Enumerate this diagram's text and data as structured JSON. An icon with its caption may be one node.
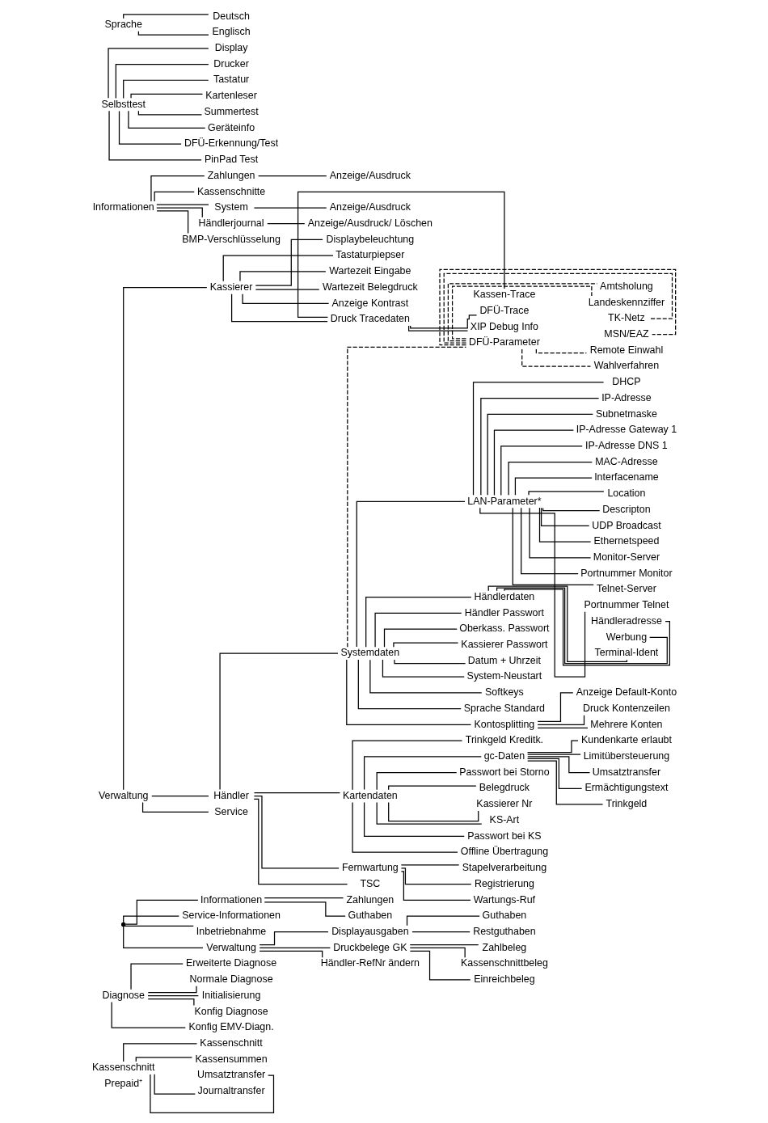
{
  "diagram": {
    "nodes": [
      {
        "text": [
          "Prepaid⁺"
        ]
      },
      {
        "text": [
          "Kassenschnitt"
        ]
      },
      {
        "text": [
          "Kassenschnitt"
        ]
      },
      {
        "text": [
          "Kassensummen"
        ]
      },
      {
        "text": [
          "Umsatztransfer"
        ]
      },
      {
        "text": [
          "Journaltransfer"
        ]
      },
      {
        "text": [
          "Diagnose"
        ]
      },
      {
        "text": [
          "Erweiterte Diagnose"
        ]
      },
      {
        "text": [
          "Normale Diagnose"
        ]
      },
      {
        "text": [
          "Initialisierung"
        ]
      },
      {
        "text": [
          "Konfig Diagnose"
        ]
      },
      {
        "text": [
          "Konfig EMV-Diagn."
        ]
      },
      {
        "text": [],
        "shape": "point"
      },
      {
        "text": [
          "Informationen"
        ]
      },
      {
        "text": [
          "Zahlungen"
        ]
      },
      {
        "text": [
          "Guthaben"
        ]
      },
      {
        "text": [
          "Service-Informationen"
        ]
      },
      {
        "text": [
          "Inbetriebnahme"
        ]
      },
      {
        "text": [
          "Verwaltung"
        ]
      },
      {
        "text": [
          "Displayausgaben"
        ]
      },
      {
        "text": [
          "Guthaben"
        ]
      },
      {
        "text": [
          "Restguthaben"
        ]
      },
      {
        "text": [
          "Druckbelege GK"
        ]
      },
      {
        "text": [
          "Zahlbeleg"
        ]
      },
      {
        "text": [
          "Kassenschnittbeleg"
        ]
      },
      {
        "text": [
          "Einreichbeleg"
        ]
      },
      {
        "text": [
          "Händler-RefNr ändern"
        ]
      },
      {
        "text": [
          "Verwaltung"
        ]
      },
      {
        "text": [
          "Kassierer"
        ]
      },
      {
        "text": [
          "Displaybeleuchtung"
        ]
      },
      {
        "text": [
          "Tastaturpiepser"
        ]
      },
      {
        "text": [
          "Wartezeit Eingabe"
        ]
      },
      {
        "text": [
          "Wartezeit Belegdruck"
        ]
      },
      {
        "text": [
          "Anzeige Kontrast"
        ]
      },
      {
        "text": [
          "Druck Tracedaten"
        ]
      },
      {
        "text": [
          "Kassen-Trace"
        ]
      },
      {
        "text": [
          "DFÜ-Trace"
        ]
      },
      {
        "text": [
          "XIP Debug Info"
        ]
      },
      {
        "text": [
          "Händler"
        ]
      },
      {
        "text": [
          "Systemdaten"
        ]
      },
      {
        "text": [
          "DFÜ-Parameter"
        ]
      },
      {
        "text": [
          "Amtsholung"
        ]
      },
      {
        "text": [
          "Landeskennziffer"
        ]
      },
      {
        "text": [
          "TK-Netz"
        ]
      },
      {
        "text": [
          "MSN/EAZ"
        ]
      },
      {
        "text": [
          "Remote Einwahl"
        ]
      },
      {
        "text": [
          "Wahlverfahren"
        ]
      },
      {
        "text": [
          "LAN-Parameter*"
        ]
      },
      {
        "text": [
          "DHCP"
        ]
      },
      {
        "text": [
          "IP-Adresse"
        ]
      },
      {
        "text": [
          "Subnetmaske"
        ]
      },
      {
        "text": [
          "IP-Adresse Gateway 1"
        ]
      },
      {
        "text": [
          "IP-Adresse DNS 1"
        ]
      },
      {
        "text": [
          "MAC-Adresse"
        ]
      },
      {
        "text": [
          "Interfacename"
        ]
      },
      {
        "text": [
          "Location"
        ]
      },
      {
        "text": [
          "Descripton"
        ]
      },
      {
        "text": [
          "UDP Broadcast"
        ]
      },
      {
        "text": [
          "Ethernetspeed"
        ]
      },
      {
        "text": [
          "Monitor-Server"
        ]
      },
      {
        "text": [
          "Portnummer Monitor"
        ]
      },
      {
        "text": [
          "Telnet-Server"
        ]
      },
      {
        "text": [
          "Portnummer Telnet"
        ]
      },
      {
        "text": [
          "Händlerdaten"
        ]
      },
      {
        "text": [
          "Händleradresse"
        ]
      },
      {
        "text": [
          "Werbung"
        ]
      },
      {
        "text": [
          "Terminal-Ident"
        ]
      },
      {
        "text": [
          "Händler Passwort"
        ]
      },
      {
        "text": [
          "Oberkass. Passwort"
        ]
      },
      {
        "text": [
          "Kassierer Passwort"
        ]
      },
      {
        "text": [
          "Datum + Uhrzeit"
        ]
      },
      {
        "text": [
          "System-Neustart"
        ]
      },
      {
        "text": [
          "Softkeys"
        ]
      },
      {
        "text": [
          "Sprache Standard"
        ]
      },
      {
        "text": [
          "Kontosplitting"
        ]
      },
      {
        "text": [
          "Anzeige Default-Konto"
        ]
      },
      {
        "text": [
          "Druck Kontenzeilen"
        ]
      },
      {
        "text": [
          "Mehrere Konten"
        ]
      },
      {
        "text": [
          "Kartendaten"
        ]
      },
      {
        "text": [
          "Trinkgeld Kreditk."
        ]
      },
      {
        "text": [
          "gc-Daten"
        ]
      },
      {
        "text": [
          "Kundenkarte erlaubt"
        ]
      },
      {
        "text": [
          "Limitübersteuerung"
        ]
      },
      {
        "text": [
          "Umsatztransfer"
        ]
      },
      {
        "text": [
          "Ermächtigungstext"
        ]
      },
      {
        "text": [
          "Trinkgeld"
        ]
      },
      {
        "text": [
          "Passwort bei Storno"
        ]
      },
      {
        "text": [
          "Belegdruck"
        ]
      },
      {
        "text": [
          "Kassierer Nr"
        ]
      },
      {
        "text": [
          "KS-Art"
        ]
      },
      {
        "text": [
          "Passwort bei KS"
        ]
      },
      {
        "text": [
          "Offline Übertragung"
        ]
      },
      {
        "text": [
          "Fernwartung"
        ]
      },
      {
        "text": [
          "Stapelverarbeitung"
        ]
      },
      {
        "text": [
          "Registrierung"
        ]
      },
      {
        "text": [
          "Wartungs-Ruf"
        ]
      },
      {
        "text": [
          "TSC"
        ]
      },
      {
        "text": [
          "Service"
        ]
      },
      {
        "text": [
          "Informationen"
        ]
      },
      {
        "text": [
          "Zahlungen"
        ]
      },
      {
        "text": [
          "Anzeige/Ausdruck"
        ]
      },
      {
        "text": [
          "Kassenschnitte"
        ]
      },
      {
        "text": [
          "System"
        ]
      },
      {
        "text": [
          "Anzeige/Ausdruck"
        ]
      },
      {
        "text": [
          "Händlerjournal"
        ]
      },
      {
        "text": [
          "Anzeige/Ausdruck/ Löschen"
        ]
      },
      {
        "text": [
          "BMP-Verschlüsselung"
        ]
      },
      {
        "text": [
          "Selbsttest"
        ]
      },
      {
        "text": [
          "Display"
        ]
      },
      {
        "text": [
          "Drucker"
        ]
      },
      {
        "text": [
          "Tastatur"
        ]
      },
      {
        "text": [
          "Kartenleser"
        ]
      },
      {
        "text": [
          "Summertest"
        ]
      },
      {
        "text": [
          "Geräteinfo"
        ]
      },
      {
        "text": [
          "DFÜ-Erkennung/Test"
        ]
      },
      {
        "text": [
          "PinPad Test"
        ]
      },
      {
        "text": [
          "Sprache"
        ]
      },
      {
        "text": [
          "Deutsch"
        ]
      },
      {
        "text": [
          "Englisch"
        ]
      }
    ],
    "edges": [
      {
        "from": 1,
        "to": 2,
        "arrow": "none"
      },
      {
        "from": 1,
        "to": 3,
        "arrow": "none"
      },
      {
        "from": 1,
        "to": 4,
        "arrow": "none"
      },
      {
        "from": 1,
        "to": 5,
        "arrow": "none"
      },
      {
        "from": 6,
        "to": 7,
        "arrow": "none"
      },
      {
        "from": 6,
        "to": 8,
        "arrow": "none"
      },
      {
        "from": 6,
        "to": 9,
        "arrow": "none"
      },
      {
        "from": 6,
        "to": 10,
        "arrow": "none"
      },
      {
        "from": 6,
        "to": 11,
        "arrow": "none"
      },
      {
        "from": 12,
        "to": 13,
        "arrow": "none"
      },
      {
        "from": 12,
        "to": 16,
        "arrow": "none"
      },
      {
        "from": 12,
        "to": 17,
        "arrow": "none"
      },
      {
        "from": 12,
        "to": 18,
        "arrow": "none"
      },
      {
        "from": 13,
        "to": 14,
        "arrow": "none"
      },
      {
        "from": 13,
        "to": 15,
        "arrow": "none"
      },
      {
        "from": 18,
        "to": 19,
        "arrow": "none"
      },
      {
        "from": 18,
        "to": 22,
        "arrow": "none"
      },
      {
        "from": 18,
        "to": 26,
        "arrow": "none"
      },
      {
        "from": 19,
        "to": 20,
        "arrow": "none"
      },
      {
        "from": 19,
        "to": 21,
        "arrow": "none"
      },
      {
        "from": 22,
        "to": 23,
        "arrow": "none"
      },
      {
        "from": 22,
        "to": 24,
        "arrow": "none"
      },
      {
        "from": 22,
        "to": 25,
        "arrow": "none"
      },
      {
        "from": 27,
        "to": 28,
        "arrow": "none"
      },
      {
        "from": 27,
        "to": 38,
        "arrow": "none"
      },
      {
        "from": 27,
        "to": 97,
        "arrow": "none"
      },
      {
        "from": 28,
        "to": 29,
        "arrow": "none"
      },
      {
        "from": 28,
        "to": 30,
        "arrow": "none"
      },
      {
        "from": 28,
        "to": 31,
        "arrow": "none"
      },
      {
        "from": 28,
        "to": 32,
        "arrow": "none"
      },
      {
        "from": 28,
        "to": 33,
        "arrow": "none"
      },
      {
        "from": 28,
        "to": 34,
        "arrow": "none"
      },
      {
        "from": 34,
        "to": 35,
        "arrow": "none"
      },
      {
        "from": 34,
        "to": 36,
        "arrow": "none"
      },
      {
        "from": 34,
        "to": 37,
        "arrow": "none"
      },
      {
        "from": 38,
        "to": 39,
        "arrow": "none"
      },
      {
        "from": 38,
        "to": 78,
        "arrow": "none"
      },
      {
        "from": 38,
        "to": 92,
        "arrow": "none"
      },
      {
        "from": 38,
        "to": 96,
        "arrow": "none"
      },
      {
        "from": 39,
        "to": 40,
        "arrow": "none",
        "style": "dashed"
      },
      {
        "from": 39,
        "to": 47,
        "arrow": "none"
      },
      {
        "from": 39,
        "to": 63,
        "arrow": "none"
      },
      {
        "from": 39,
        "to": 67,
        "arrow": "none"
      },
      {
        "from": 39,
        "to": 68,
        "arrow": "none"
      },
      {
        "from": 39,
        "to": 69,
        "arrow": "none"
      },
      {
        "from": 39,
        "to": 70,
        "arrow": "none"
      },
      {
        "from": 39,
        "to": 71,
        "arrow": "none"
      },
      {
        "from": 39,
        "to": 72,
        "arrow": "none"
      },
      {
        "from": 39,
        "to": 73,
        "arrow": "none"
      },
      {
        "from": 39,
        "to": 74,
        "arrow": "none"
      },
      {
        "from": 40,
        "to": 41,
        "arrow": "none",
        "style": "dashed"
      },
      {
        "from": 40,
        "to": 42,
        "arrow": "none",
        "style": "dashed"
      },
      {
        "from": 40,
        "to": 43,
        "arrow": "none",
        "style": "dashed"
      },
      {
        "from": 40,
        "to": 44,
        "arrow": "none",
        "style": "dashed"
      },
      {
        "from": 40,
        "to": 45,
        "arrow": "none",
        "style": "dashed"
      },
      {
        "from": 40,
        "to": 46,
        "arrow": "none",
        "style": "dashed"
      },
      {
        "from": 47,
        "to": 48,
        "arrow": "none"
      },
      {
        "from": 47,
        "to": 49,
        "arrow": "none"
      },
      {
        "from": 47,
        "to": 50,
        "arrow": "none"
      },
      {
        "from": 47,
        "to": 51,
        "arrow": "none"
      },
      {
        "from": 47,
        "to": 52,
        "arrow": "none"
      },
      {
        "from": 47,
        "to": 53,
        "arrow": "none"
      },
      {
        "from": 47,
        "to": 54,
        "arrow": "none"
      },
      {
        "from": 47,
        "to": 55,
        "arrow": "none"
      },
      {
        "from": 47,
        "to": 56,
        "arrow": "none"
      },
      {
        "from": 47,
        "to": 57,
        "arrow": "none"
      },
      {
        "from": 47,
        "to": 58,
        "arrow": "none"
      },
      {
        "from": 47,
        "to": 59,
        "arrow": "none"
      },
      {
        "from": 47,
        "to": 60,
        "arrow": "none"
      },
      {
        "from": 47,
        "to": 61,
        "arrow": "none"
      },
      {
        "from": 47,
        "to": 62,
        "arrow": "none"
      },
      {
        "from": 63,
        "to": 64,
        "arrow": "none"
      },
      {
        "from": 63,
        "to": 65,
        "arrow": "none"
      },
      {
        "from": 63,
        "to": 66,
        "arrow": "none"
      },
      {
        "from": 74,
        "to": 75,
        "arrow": "none"
      },
      {
        "from": 74,
        "to": 76,
        "arrow": "none"
      },
      {
        "from": 74,
        "to": 77,
        "arrow": "none"
      },
      {
        "from": 78,
        "to": 79,
        "arrow": "none"
      },
      {
        "from": 78,
        "to": 80,
        "arrow": "none"
      },
      {
        "from": 78,
        "to": 86,
        "arrow": "none"
      },
      {
        "from": 78,
        "to": 87,
        "arrow": "none"
      },
      {
        "from": 78,
        "to": 88,
        "arrow": "none"
      },
      {
        "from": 78,
        "to": 89,
        "arrow": "none"
      },
      {
        "from": 78,
        "to": 90,
        "arrow": "none"
      },
      {
        "from": 78,
        "to": 91,
        "arrow": "none"
      },
      {
        "from": 80,
        "to": 81,
        "arrow": "none"
      },
      {
        "from": 80,
        "to": 82,
        "arrow": "none"
      },
      {
        "from": 80,
        "to": 83,
        "arrow": "none"
      },
      {
        "from": 80,
        "to": 84,
        "arrow": "none"
      },
      {
        "from": 80,
        "to": 85,
        "arrow": "none"
      },
      {
        "from": 92,
        "to": 93,
        "arrow": "none"
      },
      {
        "from": 92,
        "to": 94,
        "arrow": "none"
      },
      {
        "from": 92,
        "to": 95,
        "arrow": "none"
      },
      {
        "from": 98,
        "to": 99,
        "arrow": "none"
      },
      {
        "from": 98,
        "to": 101,
        "arrow": "none"
      },
      {
        "from": 98,
        "to": 102,
        "arrow": "none"
      },
      {
        "from": 98,
        "to": 104,
        "arrow": "none"
      },
      {
        "from": 98,
        "to": 106,
        "arrow": "none"
      },
      {
        "from": 99,
        "to": 100,
        "arrow": "none"
      },
      {
        "from": 102,
        "to": 103,
        "arrow": "none"
      },
      {
        "from": 104,
        "to": 105,
        "arrow": "none"
      },
      {
        "from": 107,
        "to": 108,
        "arrow": "none"
      },
      {
        "from": 107,
        "to": 109,
        "arrow": "none"
      },
      {
        "from": 107,
        "to": 110,
        "arrow": "none"
      },
      {
        "from": 107,
        "to": 111,
        "arrow": "none"
      },
      {
        "from": 107,
        "to": 112,
        "arrow": "none"
      },
      {
        "from": 107,
        "to": 113,
        "arrow": "none"
      },
      {
        "from": 107,
        "to": 114,
        "arrow": "none"
      },
      {
        "from": 107,
        "to": 115,
        "arrow": "none"
      },
      {
        "from": 116,
        "to": 117,
        "arrow": "none"
      },
      {
        "from": 116,
        "to": 118,
        "arrow": "none"
      }
    ]
  }
}
